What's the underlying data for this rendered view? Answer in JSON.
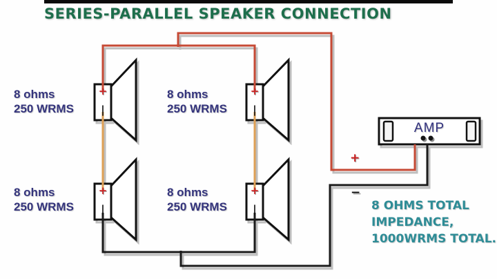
{
  "title": "SERIES-PARALLEL SPEAKER CONNECTION",
  "speakers": [
    {
      "position": "top-left",
      "impedance": "8 ohms",
      "power": "250 WRMS"
    },
    {
      "position": "top-middle",
      "impedance": "8 ohms",
      "power": "250 WRMS"
    },
    {
      "position": "bottom-left",
      "impedance": "8 ohms",
      "power": "250 WRMS"
    },
    {
      "position": "bottom-middle",
      "impedance": "8 ohms",
      "power": "250 WRMS"
    }
  ],
  "amp": {
    "label": "AMP"
  },
  "symbols": {
    "plus": "+",
    "minus_vertical": "|",
    "minus_horizontal": "−"
  },
  "summary": {
    "line1": "8 OHMS TOTAL",
    "line2": "IMPEDANCE,",
    "line3": "1000WRMS TOTAL."
  },
  "colors": {
    "positive_wire": "#c64a35",
    "series_wire": "#dfa055",
    "negative_wire": "#1b1b1b",
    "wire_shadow": "#a9a9a9",
    "title_text": "#1e6e4c",
    "label_text": "#34347c",
    "summary_text": "#2e8c96",
    "amp_text": "#31317e",
    "plus_mark": "#cc2222"
  }
}
